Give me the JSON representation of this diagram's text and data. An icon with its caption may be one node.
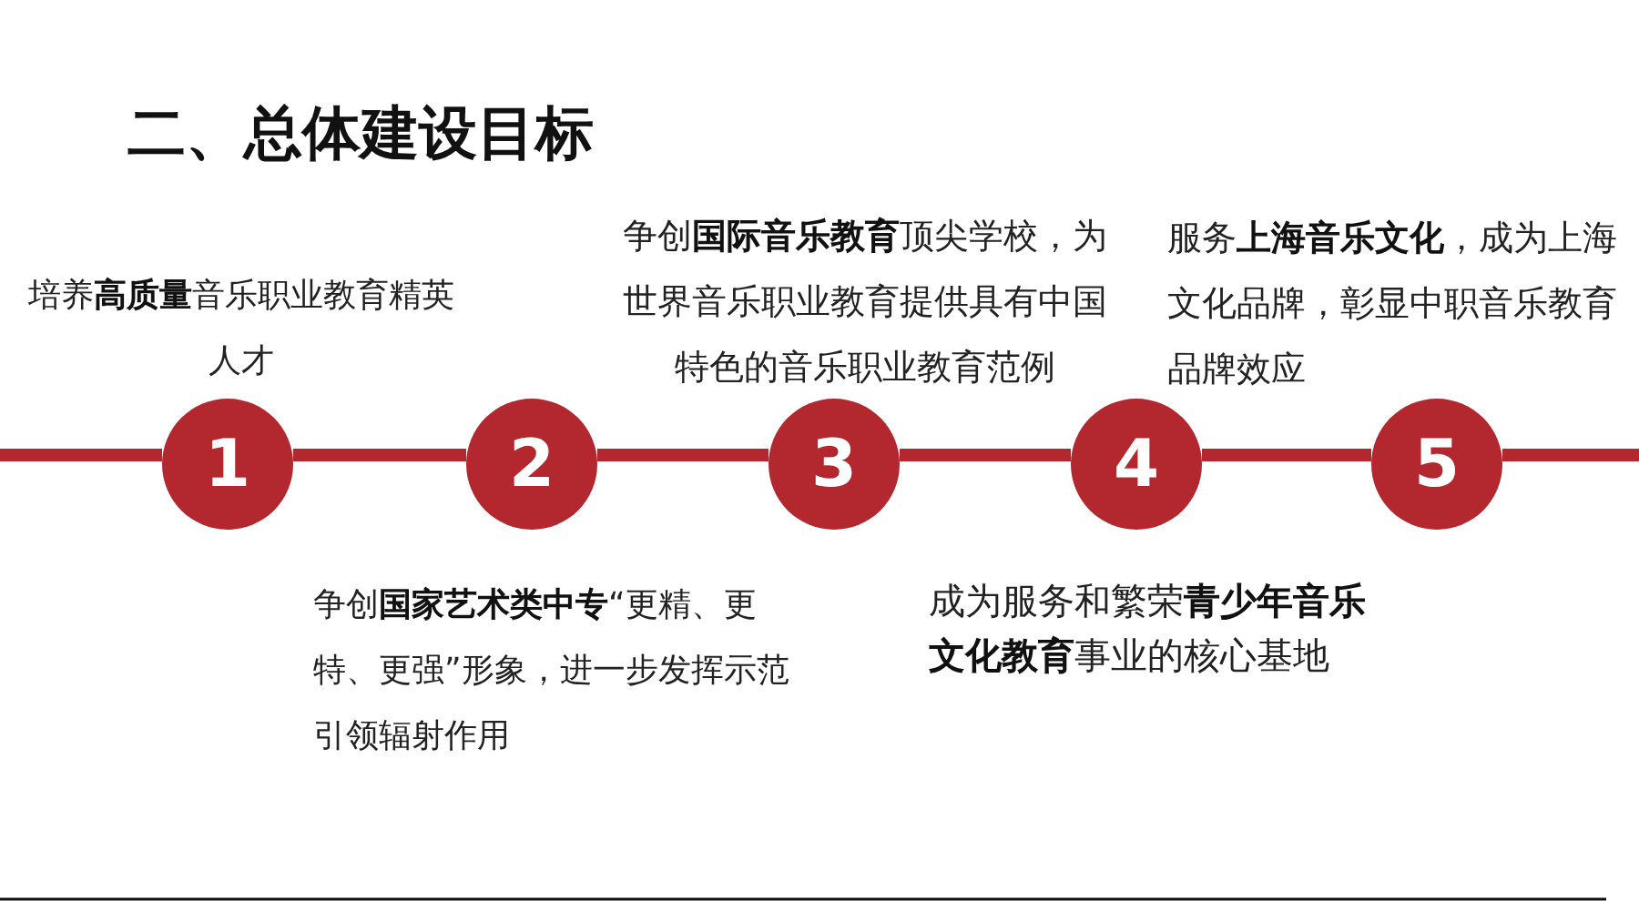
{
  "diagram": {
    "title": "二、总体建设目标",
    "nodes": [
      {
        "text": [
          "1"
        ],
        "beside": [
          "培养**高质量**音乐职业教育精英人才"
        ]
      },
      {
        "text": [
          "2"
        ],
        "beside": [
          "争创**国家艺术类中专**“更精、更特、更强”形象，进一步发挥示范引领辐射作用"
        ]
      },
      {
        "text": [
          "3"
        ],
        "beside": [
          "争创**国际音乐教育**顶尖学校，为世界音乐职业教育提供具有中国特色的音乐职业教育范例"
        ]
      },
      {
        "text": [
          "4"
        ],
        "beside": [
          "成为服务和繁荣**青少年音乐文化教育**事业的核心基地"
        ]
      },
      {
        "text": [
          "5"
        ],
        "beside": [
          "服务**上海音乐文化**，成为上海文化品牌，彰显中职音乐教育品牌效应"
        ]
      }
    ],
    "edges": [
      {
        "from": 0,
        "to": 1,
        "arrow": "none"
      },
      {
        "from": 1,
        "to": 2,
        "arrow": "none"
      },
      {
        "from": 2,
        "to": 3,
        "arrow": "none"
      },
      {
        "from": 3,
        "to": 4,
        "arrow": "none"
      }
    ]
  }
}
